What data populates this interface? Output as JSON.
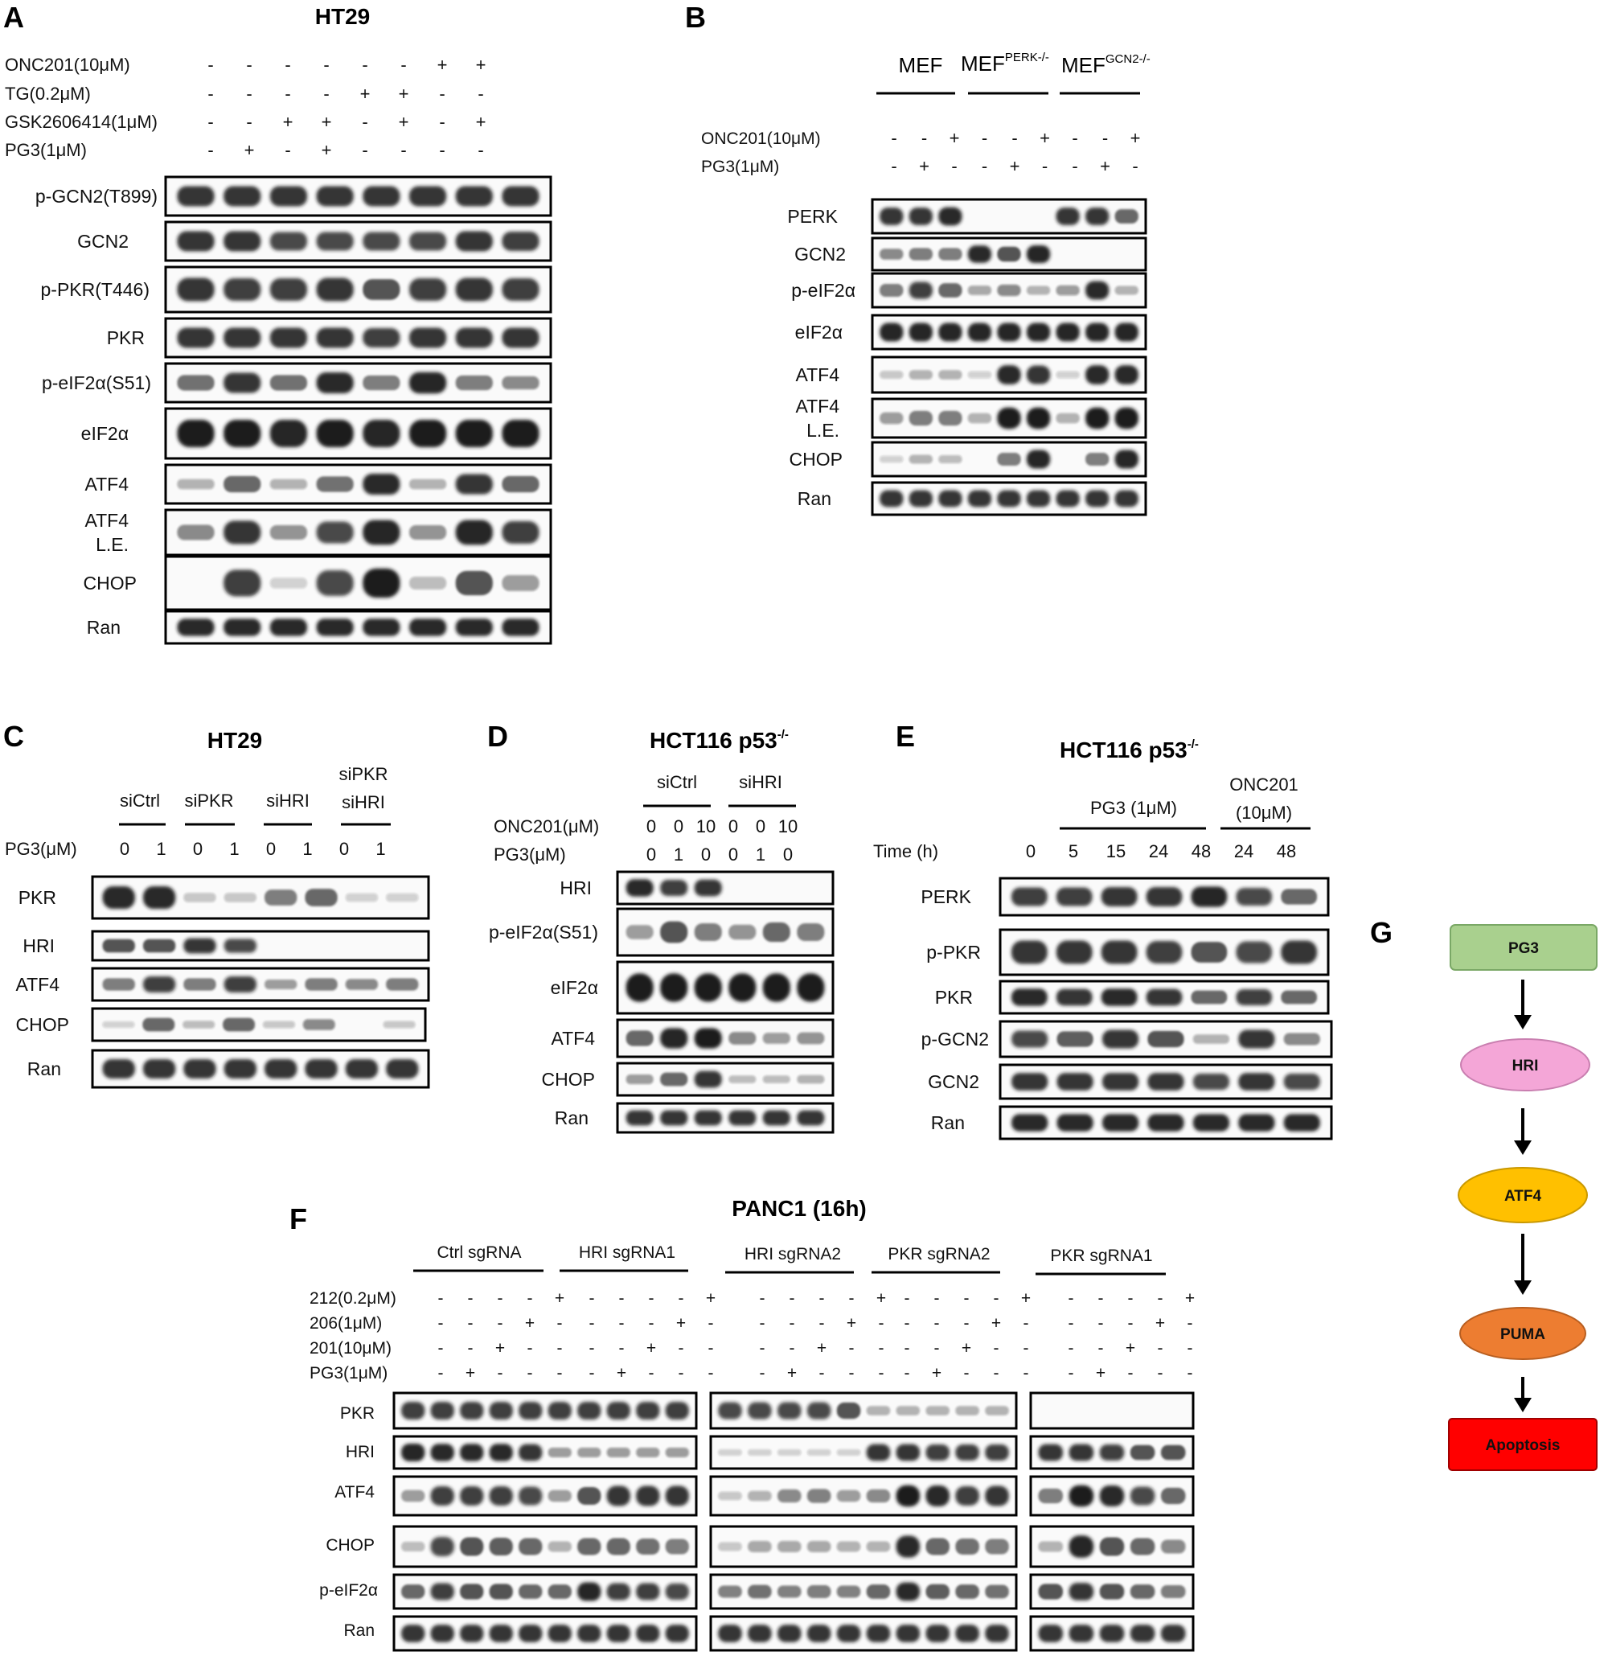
{
  "colors": {
    "band": "#1a1a1a",
    "pg3": "#a9d08e",
    "hri": "#f4a6d7",
    "atf4": "#ffc000",
    "puma": "#ed7d31",
    "apoptosis": "#ff0000"
  },
  "panels": [
    {
      "letter": "A",
      "title": "HT29",
      "conditions": [
        {
          "label": "ONC201(10μM)",
          "values": [
            "-",
            "-",
            "-",
            "-",
            "-",
            "-",
            "+",
            "+"
          ]
        },
        {
          "label": "TG(0.2μM)",
          "values": [
            "-",
            "-",
            "-",
            "-",
            "+",
            "+",
            "-",
            "-"
          ]
        },
        {
          "label": "GSK2606414(1μM)",
          "values": [
            "-",
            "-",
            "+",
            "+",
            "-",
            "+",
            "-",
            "+"
          ]
        },
        {
          "label": "PG3(1μM)",
          "values": [
            "-",
            "+",
            "-",
            "+",
            "-",
            "-",
            "-",
            "-"
          ]
        }
      ],
      "blots": [
        {
          "label": "p-GCN2(T899)",
          "intensity": [
            0.85,
            0.85,
            0.85,
            0.85,
            0.85,
            0.85,
            0.85,
            0.85
          ]
        },
        {
          "label": "GCN2",
          "intensity": [
            0.85,
            0.85,
            0.75,
            0.75,
            0.75,
            0.75,
            0.85,
            0.8
          ]
        },
        {
          "label": "p-PKR(T446)",
          "intensity": [
            0.85,
            0.8,
            0.8,
            0.85,
            0.7,
            0.8,
            0.85,
            0.8
          ]
        },
        {
          "label": "PKR",
          "intensity": [
            0.85,
            0.85,
            0.85,
            0.85,
            0.8,
            0.85,
            0.85,
            0.85
          ]
        },
        {
          "label": "p-eIF2α(S51)",
          "intensity": [
            0.55,
            0.85,
            0.55,
            0.9,
            0.5,
            0.95,
            0.5,
            0.4
          ]
        },
        {
          "label": "eIF2α",
          "intensity": [
            1,
            1,
            0.95,
            1,
            0.95,
            1,
            1,
            1
          ]
        },
        {
          "label": "ATF4",
          "intensity": [
            0.2,
            0.6,
            0.2,
            0.55,
            0.9,
            0.2,
            0.85,
            0.6
          ]
        },
        {
          "label": "ATF4\nL.E.",
          "intensity": [
            0.4,
            0.85,
            0.35,
            0.75,
            0.95,
            0.35,
            0.95,
            0.8
          ]
        },
        {
          "label": "CHOP",
          "intensity": [
            0,
            0.8,
            0.05,
            0.75,
            1,
            0.15,
            0.7,
            0.3
          ]
        },
        {
          "label": "Ran",
          "intensity": [
            0.9,
            0.9,
            0.9,
            0.9,
            0.9,
            0.9,
            0.9,
            0.9
          ]
        }
      ]
    },
    {
      "letter": "B",
      "cells": [
        "MEF",
        "MEF",
        "MEF"
      ],
      "cell_sups": [
        "",
        "PERK-/-",
        "GCN2-/-"
      ],
      "conditions": [
        {
          "label": "ONC201(10μM)",
          "values": [
            "-",
            "-",
            "+",
            "-",
            "-",
            "+",
            "-",
            "-",
            "+"
          ]
        },
        {
          "label": "PG3(1μM)",
          "values": [
            "-",
            "+",
            "-",
            "-",
            "+",
            "-",
            "-",
            "+",
            "-"
          ]
        }
      ],
      "blots": [
        {
          "label": "PERK",
          "intensity": [
            0.85,
            0.85,
            0.9,
            0,
            0,
            0,
            0.85,
            0.85,
            0.6
          ]
        },
        {
          "label": "GCN2",
          "intensity": [
            0.4,
            0.5,
            0.5,
            0.9,
            0.7,
            0.95,
            0,
            0,
            0
          ]
        },
        {
          "label": "p-eIF2α",
          "intensity": [
            0.5,
            0.8,
            0.6,
            0.25,
            0.4,
            0.2,
            0.3,
            0.9,
            0.2
          ]
        },
        {
          "label": "eIF2α",
          "intensity": [
            0.95,
            0.95,
            0.95,
            0.95,
            0.95,
            0.95,
            0.95,
            0.95,
            0.95
          ]
        },
        {
          "label": "ATF4",
          "intensity": [
            0.1,
            0.2,
            0.2,
            0.05,
            0.9,
            0.85,
            0.05,
            0.9,
            0.9
          ]
        },
        {
          "label": "ATF4\nL.E.",
          "intensity": [
            0.3,
            0.5,
            0.5,
            0.2,
            1,
            1,
            0.2,
            1,
            1
          ]
        },
        {
          "label": "CHOP",
          "intensity": [
            0.05,
            0.2,
            0.15,
            0,
            0.5,
            0.95,
            0,
            0.5,
            0.95
          ]
        },
        {
          "label": "Ran",
          "intensity": [
            0.85,
            0.85,
            0.85,
            0.85,
            0.85,
            0.85,
            0.85,
            0.85,
            0.85
          ]
        }
      ]
    },
    {
      "letter": "C",
      "title": "HT29",
      "groups": [
        {
          "lines": [
            "siCtrl"
          ]
        },
        {
          "lines": [
            "siPKR"
          ]
        },
        {
          "lines": [
            "siHRI"
          ]
        },
        {
          "lines": [
            "siPKR",
            "siHRI"
          ]
        }
      ],
      "conditions": [
        {
          "label": "PG3(μM)",
          "values": [
            "0",
            "1",
            "0",
            "1",
            "0",
            "1",
            "0",
            "1"
          ]
        }
      ],
      "blots": [
        {
          "label": "PKR",
          "intensity": [
            0.9,
            0.9,
            0.1,
            0.1,
            0.5,
            0.6,
            0.05,
            0.05
          ]
        },
        {
          "label": "HRI",
          "intensity": [
            0.7,
            0.7,
            0.85,
            0.75,
            0,
            0,
            0,
            0
          ]
        },
        {
          "label": "ATF4",
          "intensity": [
            0.5,
            0.8,
            0.5,
            0.8,
            0.3,
            0.5,
            0.4,
            0.5
          ]
        },
        {
          "label": "CHOP",
          "intensity": [
            0.05,
            0.6,
            0.15,
            0.6,
            0.1,
            0.4,
            0,
            0.1
          ]
        },
        {
          "label": "Ran",
          "intensity": [
            0.85,
            0.85,
            0.85,
            0.85,
            0.85,
            0.85,
            0.85,
            0.85
          ]
        }
      ]
    },
    {
      "letter": "D",
      "title": "HCT116 p53",
      "title_sup": "-/-",
      "groups": [
        {
          "lines": [
            "siCtrl"
          ]
        },
        {
          "lines": [
            "siHRI"
          ]
        }
      ],
      "conditions": [
        {
          "label": "ONC201(μM)",
          "values": [
            "0",
            "0",
            "10",
            "0",
            "0",
            "10"
          ]
        },
        {
          "label": "PG3(μM)",
          "values": [
            "0",
            "1",
            "0",
            "0",
            "1",
            "0"
          ]
        }
      ],
      "blots": [
        {
          "label": "HRI",
          "intensity": [
            0.9,
            0.8,
            0.85,
            0,
            0,
            0
          ]
        },
        {
          "label": "p-eIF2α(S51)",
          "intensity": [
            0.3,
            0.7,
            0.5,
            0.35,
            0.6,
            0.5
          ]
        },
        {
          "label": "eIF2α",
          "intensity": [
            1,
            1,
            1,
            1,
            1,
            1
          ]
        },
        {
          "label": "ATF4",
          "intensity": [
            0.6,
            0.95,
            1,
            0.4,
            0.3,
            0.35
          ]
        },
        {
          "label": "CHOP",
          "intensity": [
            0.3,
            0.6,
            0.85,
            0.15,
            0.15,
            0.2
          ]
        },
        {
          "label": "Ran",
          "intensity": [
            0.85,
            0.85,
            0.85,
            0.85,
            0.85,
            0.85
          ]
        }
      ]
    },
    {
      "letter": "E",
      "title": "HCT116 p53",
      "title_sup": "-/-",
      "groups": [
        {
          "lines": [
            "PG3 (1μM)"
          ]
        },
        {
          "lines": [
            "ONC201",
            "(10μM)"
          ]
        }
      ],
      "conditions": [
        {
          "label": "Time (h)",
          "values": [
            "0",
            "5",
            "15",
            "24",
            "48",
            "24",
            "48"
          ]
        }
      ],
      "blots": [
        {
          "label": "PERK",
          "intensity": [
            0.8,
            0.8,
            0.85,
            0.85,
            0.95,
            0.75,
            0.6
          ]
        },
        {
          "label": "p-PKR",
          "intensity": [
            0.85,
            0.85,
            0.85,
            0.8,
            0.7,
            0.75,
            0.85
          ]
        },
        {
          "label": "PKR",
          "intensity": [
            0.9,
            0.85,
            0.9,
            0.85,
            0.6,
            0.8,
            0.6
          ]
        },
        {
          "label": "p-GCN2",
          "intensity": [
            0.75,
            0.65,
            0.85,
            0.7,
            0.2,
            0.85,
            0.4
          ]
        },
        {
          "label": "GCN2",
          "intensity": [
            0.85,
            0.85,
            0.85,
            0.85,
            0.75,
            0.85,
            0.75
          ]
        },
        {
          "label": "Ran",
          "intensity": [
            0.9,
            0.9,
            0.9,
            0.9,
            0.9,
            0.9,
            0.9
          ]
        }
      ]
    },
    {
      "letter": "F",
      "title": "PANC1 (16h)",
      "groups": [
        {
          "lines": [
            "Ctrl sgRNA"
          ]
        },
        {
          "lines": [
            "HRI sgRNA1"
          ]
        },
        {
          "lines": [
            "HRI sgRNA2"
          ]
        },
        {
          "lines": [
            "PKR sgRNA2"
          ]
        },
        {
          "lines": [
            "PKR sgRNA1"
          ]
        }
      ],
      "conditions": [
        {
          "label": "212(0.2μM)",
          "values": [
            "-",
            "-",
            "-",
            "-",
            "+",
            "-",
            "-",
            "-",
            "-",
            "+",
            "-",
            "-",
            "-",
            "-",
            "+",
            "-",
            "-",
            "-",
            "-",
            "+",
            "-",
            "-",
            "-",
            "-",
            "+"
          ]
        },
        {
          "label": "206(1μM)",
          "values": [
            "-",
            "-",
            "-",
            "+",
            "-",
            "-",
            "-",
            "-",
            "+",
            "-",
            "-",
            "-",
            "-",
            "+",
            "-",
            "-",
            "-",
            "-",
            "+",
            "-",
            "-",
            "-",
            "-",
            "+",
            "-"
          ]
        },
        {
          "label": "201(10μM)",
          "values": [
            "-",
            "-",
            "+",
            "-",
            "-",
            "-",
            "-",
            "+",
            "-",
            "-",
            "-",
            "-",
            "+",
            "-",
            "-",
            "-",
            "-",
            "+",
            "-",
            "-",
            "-",
            "-",
            "+",
            "-",
            "-"
          ]
        },
        {
          "label": "PG3(1μM)",
          "values": [
            "-",
            "+",
            "-",
            "-",
            "-",
            "-",
            "+",
            "-",
            "-",
            "-",
            "-",
            "+",
            "-",
            "-",
            "-",
            "-",
            "+",
            "-",
            "-",
            "-",
            "-",
            "+",
            "-",
            "-",
            "-"
          ]
        }
      ],
      "blots": [
        {
          "label": "PKR",
          "intensity": [
            0.8,
            0.8,
            0.8,
            0.8,
            0.8,
            0.8,
            0.8,
            0.8,
            0.8,
            0.8,
            0.75,
            0.75,
            0.75,
            0.75,
            0.7,
            0.2,
            0.2,
            0.2,
            0.2,
            0.2,
            0,
            0,
            0,
            0,
            0
          ]
        },
        {
          "label": "HRI",
          "intensity": [
            0.95,
            0.9,
            0.9,
            0.9,
            0.85,
            0.3,
            0.3,
            0.3,
            0.3,
            0.3,
            0.05,
            0.05,
            0.05,
            0.05,
            0.05,
            0.85,
            0.85,
            0.8,
            0.8,
            0.8,
            0.85,
            0.85,
            0.8,
            0.7,
            0.7
          ]
        },
        {
          "label": "ATF4",
          "intensity": [
            0.3,
            0.8,
            0.8,
            0.8,
            0.75,
            0.3,
            0.7,
            0.85,
            0.85,
            0.85,
            0.1,
            0.2,
            0.4,
            0.45,
            0.3,
            0.4,
            1,
            0.9,
            0.8,
            0.85,
            0.5,
            1,
            0.9,
            0.75,
            0.6
          ]
        },
        {
          "label": "CHOP",
          "intensity": [
            0.15,
            0.75,
            0.7,
            0.65,
            0.6,
            0.2,
            0.6,
            0.6,
            0.55,
            0.5,
            0.1,
            0.25,
            0.25,
            0.25,
            0.2,
            0.2,
            0.9,
            0.6,
            0.55,
            0.5,
            0.2,
            0.95,
            0.7,
            0.6,
            0.4
          ]
        },
        {
          "label": "p-eIF2α",
          "intensity": [
            0.6,
            0.8,
            0.7,
            0.7,
            0.6,
            0.6,
            0.95,
            0.8,
            0.8,
            0.75,
            0.45,
            0.55,
            0.45,
            0.5,
            0.45,
            0.6,
            0.9,
            0.65,
            0.6,
            0.55,
            0.7,
            0.85,
            0.7,
            0.6,
            0.5
          ]
        },
        {
          "label": "Ran",
          "intensity": [
            0.85,
            0.85,
            0.85,
            0.85,
            0.85,
            0.85,
            0.85,
            0.85,
            0.85,
            0.85,
            0.85,
            0.85,
            0.85,
            0.85,
            0.85,
            0.85,
            0.85,
            0.85,
            0.85,
            0.85,
            0.85,
            0.85,
            0.85,
            0.85,
            0.85
          ]
        }
      ]
    },
    {
      "letter": "G",
      "flow": [
        "PG3",
        "HRI",
        "ATF4",
        "PUMA",
        "Apoptosis"
      ]
    }
  ]
}
